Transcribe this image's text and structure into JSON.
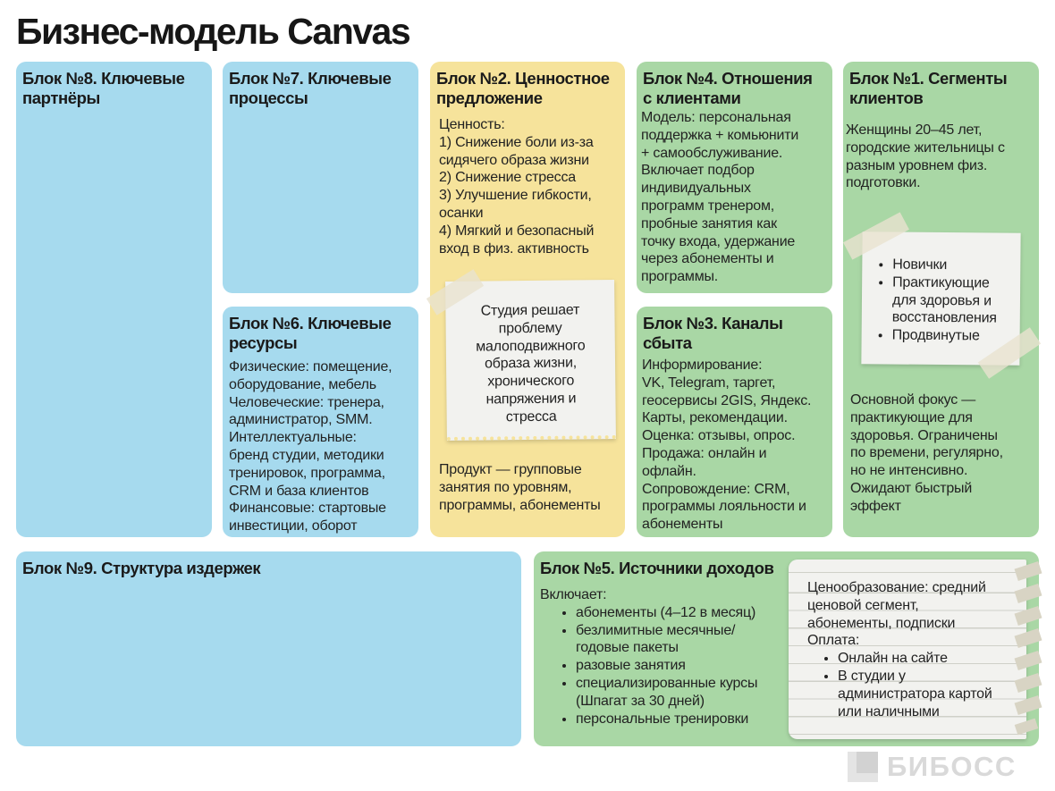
{
  "title": "Бизнес-модель Canvas",
  "colors": {
    "blue": "#a6daee",
    "yellow": "#f6e39b",
    "green": "#a9d7a5"
  },
  "b8": {
    "title": "Блок №8. Ключевые\nпартнёры"
  },
  "b7": {
    "title": "Блок №7. Ключевые\nпроцессы"
  },
  "b2": {
    "title": "Блок №2. Ценностное\nпредложение",
    "text": "Ценность:\n1) Снижение боли из-за\nсидячего образа жизни\n2) Снижение стресса\n3) Улучшение гибкости,\nосанки\n4) Мягкий и безопасный\nвход в физ. активность",
    "note": "Студия решает\nпроблему\nмалоподвижного\nобраза жизни,\nхронического\nнапряжения и\nстресса",
    "product": "Продукт — групповые\nзанятия по уровням,\nпрограммы, абонементы"
  },
  "b4": {
    "title": "Блок №4. Отношения\nс клиентами",
    "text": "Модель: персональная\nподдержка + комьюнити\n+ самообслуживание.\nВключает подбор\nиндивидуальных\nпрограмм тренером,\nпробные занятия как\nточку входа, удержание\nчерез абонементы и\nпрограммы."
  },
  "b1": {
    "title": "Блок №1. Сегменты\nклиентов",
    "text": "Женщины 20–45 лет,\nгородские жительницы с\nразным уровнем физ.\nподготовки.",
    "note_items": [
      "Новички",
      "Практикующие\nдля здоровья и\nвосстановления",
      "Продвинутые"
    ],
    "focus": "Основной фокус —\nпрактикующие для\nздоровья. Ограничены\nпо времени, регулярно,\nно не интенсивно.\nОжидают быстрый\nэффект"
  },
  "b6": {
    "title": "Блок №6. Ключевые\nресурсы",
    "text": "Физические: помещение,\nоборудование, мебель\nЧеловеческие: тренера,\nадминистратор, SMM.\nИнтеллектуальные:\nбренд студии, методики\nтренировок, программа,\nCRM и база клиентов\nФинансовые: стартовые\nинвестиции, оборот"
  },
  "b3": {
    "title": "Блок №3. Каналы\nсбыта",
    "text": "Информирование:\nVK, Telegram, таргет,\nгеосервисы 2GIS, Яндекс.\nКарты, рекомендации.\nОценка: отзывы, опрос.\nПродажа: онлайн и\nофлайн.\nСопровождение: CRM,\nпрограммы лояльности и\nабонементы"
  },
  "b9": {
    "title": "Блок №9. Структура издержек"
  },
  "b5": {
    "title": "Блок №5. Источники доходов",
    "intro": "Включает:",
    "items": [
      "абонементы (4–12 в месяц)",
      "безлимитные месячные/\nгодовые пакеты",
      "разовые занятия",
      "специализированные курсы\n(Шпагат за 30 дней)",
      "персональные тренировки"
    ],
    "note_text": "Ценообразование: средний\nценовой сегмент,\nабонементы, подписки\nОплата:",
    "note_items": [
      "Онлайн на сайте",
      "В студии у\nадминистратора картой\nили наличными"
    ]
  },
  "logo": {
    "text": "БИБОСС"
  }
}
